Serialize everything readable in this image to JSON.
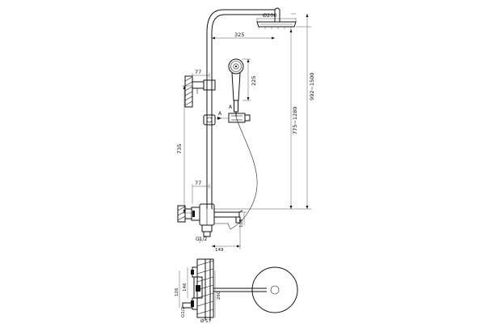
{
  "drawing": {
    "labels": {
      "shower_head_diameter": "Ø200",
      "shower_arm_reach": "325",
      "hand_shower_length": "225",
      "bracket_offset_top": "77",
      "bracket_offset_bottom": "77",
      "column_height": "735",
      "total_height_range_a": "775~1280",
      "total_height_range_b": "992~1500",
      "detail_marker": "A",
      "spout_height": "108",
      "inlet_thread": "G1/2",
      "spout_projection": "149",
      "bottom_width": "126",
      "bottom_thread": "G1/2",
      "bottom_outlet": "Ø 17",
      "bottom_side_depth": "146",
      "bottom_arm_depth": "260"
    },
    "colors": {
      "ink": "#111111",
      "background": "#ffffff"
    }
  }
}
